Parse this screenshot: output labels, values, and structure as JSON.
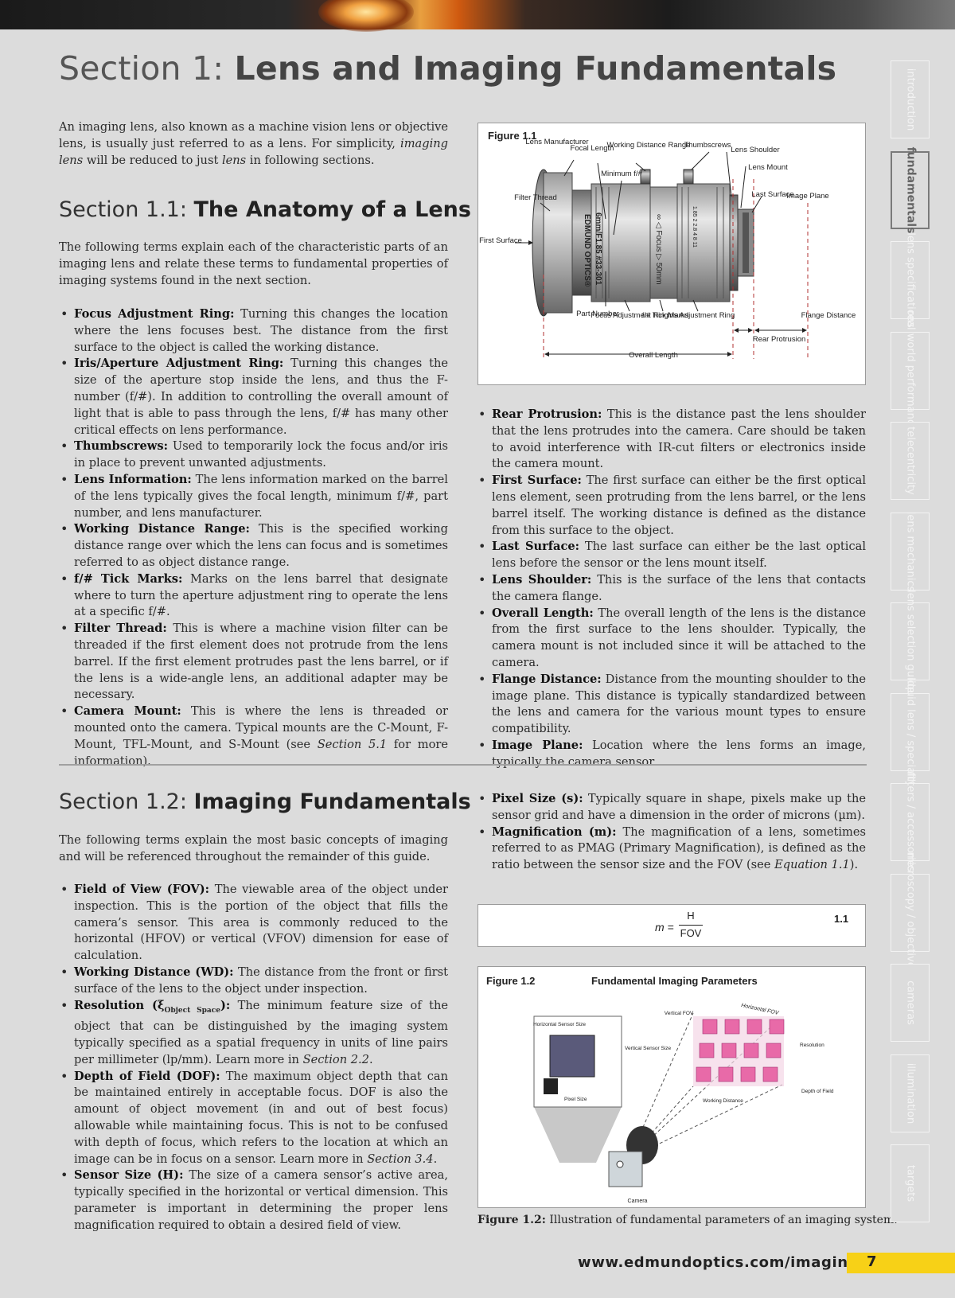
{
  "main_title": {
    "prefix": "Section 1: ",
    "bold": "Lens and Imaging Fundamentals"
  },
  "intro": {
    "t1": "An imaging lens, also known as a machine vision lens or objective lens, is usually just referred to as a lens. For simplicity, ",
    "em": "imaging lens",
    "t2": " will be reduced to just ",
    "em2": "lens",
    "t3": " in following sections."
  },
  "s11": {
    "prefix": "Section 1.1: ",
    "bold": "The Anatomy of a Lens",
    "intro": "The following terms explain each of the characteristic parts of an imaging lens and relate these terms to fundamental properties of imaging systems found in the next section.",
    "items": [
      {
        "term": "Focus Adjustment Ring:",
        "text": " Turning this changes the location where the lens focuses best. The distance from the first surface to the object is called the working distance."
      },
      {
        "term": "Iris/Aperture Adjustment Ring:",
        "text": " Turning this changes the size of the aperture stop inside the lens, and thus the F-number (f/#). In addition to controlling the overall amount of light that is able to pass through the lens, f/# has many other critical effects on lens performance."
      },
      {
        "term": "Thumbscrews:",
        "text": " Used to temporarily lock the focus and/or iris in place to prevent unwanted adjustments."
      },
      {
        "term": "Lens Information:",
        "text": " The lens information marked on the barrel of the lens typically gives the focal length, minimum f/#, part number, and lens manufacturer."
      },
      {
        "term": "Working Distance Range:",
        "text": " This is the specified working distance range over which the lens can focus and is sometimes referred to as object distance range."
      },
      {
        "term": "f/# Tick Marks:",
        "text": " Marks on the lens barrel that designate where to turn the aperture adjustment ring to operate the lens at a specific f/#."
      },
      {
        "term": "Filter Thread:",
        "text": " This is where a machine vision filter can be threaded if the first element does not protrude from the lens barrel. If the first element protrudes past the lens barrel, or if the lens is a wide-angle lens, an additional adapter may be necessary."
      },
      {
        "term": "Camera Mount:",
        "text": " This is where the lens is threaded or mounted onto the camera. Typical mounts are the C-Mount, F-Mount, TFL-Mount, and S-Mount (see ",
        "em": "Section 5.1",
        "tail": " for more information)."
      }
    ],
    "right_items": [
      {
        "term": "Rear Protrusion:",
        "text": " This is the distance past the lens shoulder that the lens protrudes into the camera. Care should be taken to avoid interference with IR-cut filters or electronics inside the camera mount."
      },
      {
        "term": "First Surface:",
        "text": " The first surface can either be the first optical lens element, seen protruding from the lens barrel, or the lens barrel itself. The working distance is defined as the distance from this surface to the object."
      },
      {
        "term": "Last Surface:",
        "text": " The last surface can either be the last optical lens before the sensor or the lens mount itself."
      },
      {
        "term": "Lens Shoulder:",
        "text": " This is the surface of the lens that contacts the camera flange."
      },
      {
        "term": "Overall Length:",
        "text": " The overall length of the lens is the distance from the first surface to the lens shoulder. Typically, the camera mount is not included since it will be attached to the camera."
      },
      {
        "term": "Flange Distance:",
        "text": " Distance from the mounting shoulder to the image plane. This distance is typically standardized between the lens and camera for the various mount types to ensure compatibility."
      },
      {
        "term": "Image Plane:",
        "text": " Location where the lens forms an image, typically the camera sensor."
      }
    ]
  },
  "fig11": {
    "label": "Figure 1.1",
    "callouts": {
      "lens_manufacturer": "Lens Manufacturer",
      "focal_length": "Focal Length",
      "working_distance_range": "Working Distance Range",
      "thumbscrews": "Thumbscrews",
      "lens_shoulder": "Lens Shoulder",
      "lens_mount": "Lens Mount",
      "minimum_f": "Minimum f/#",
      "filter_thread": "Filter Thread",
      "last_surface": "Last Surface",
      "image_plane": "Image Plane",
      "first_surface": "First Surface",
      "part_number": "Part Number",
      "focus_ring": "Focus Adjustment Ring",
      "tick_marks": "f/# Tick Marks",
      "iris_ring": "Iris Adjustment Ring",
      "flange_distance": "Flange Distance",
      "rear_protrusion": "Rear Protrusion",
      "overall_length": "Overall Length"
    },
    "barrel_text": {
      "brand": "EDMUND OPTICS®",
      "spec": "6mm/F1.85 #33-301",
      "focus": "∞ ◁ Focus ▷ 50mm",
      "fstops": "1.85 2 2.8 4 8 11"
    }
  },
  "s12": {
    "prefix": "Section 1.2: ",
    "bold": "Imaging Fundamentals",
    "intro": "The following terms explain the most basic concepts of imaging and will be referenced throughout the remainder of this guide.",
    "items": [
      {
        "term": "Field of View (FOV):",
        "text": " The viewable area of the object under inspection. This is the portion of the object that fills the camera’s sensor. This area is commonly reduced to the horizontal (HFOV) or vertical (VFOV) dimension for ease of calculation."
      },
      {
        "term": "Working Distance (WD):",
        "text": " The distance from the front or first surface of the lens to the object under inspection."
      },
      {
        "term": "Resolution (ξ",
        "sub": "Object Space",
        "term2": "):",
        "text": " The minimum feature size of the object that can be distinguished by the imaging system typically specified as a spatial frequency in units of line pairs per millimeter (lp/mm). Learn more in ",
        "em": "Section 2.2",
        "tail": "."
      },
      {
        "term": "Depth of Field (DOF):",
        "text": " The maximum object depth that can be maintained entirely in acceptable focus. DOF is also the amount of object movement (in and out of best focus) allowable while maintaining focus. This is not to be confused with depth of focus, which refers to the location at which an image can be in focus on a sensor. Learn more in ",
        "em": "Section 3.4",
        "tail": "."
      },
      {
        "term": "Sensor Size (H):",
        "text": " The size of a camera sensor’s active area, typically specified in the horizontal or vertical dimension. This parameter is important in determining the proper lens magnification required to obtain a desired field of view."
      }
    ],
    "right_items": [
      {
        "term": "Pixel Size (s):",
        "text": " Typically square in shape, pixels make up the sensor grid and have a dimension in the order of microns (µm)."
      },
      {
        "term": "Magnification (m):",
        "text": " The magnification of a lens, sometimes referred to as PMAG (Primary Magnification), is defined as the ratio between the sensor size and the FOV (see ",
        "em": "Equation 1.1",
        "tail": ")."
      }
    ]
  },
  "equation": {
    "lhs": "m =",
    "num": "H",
    "den": "FOV",
    "number": "1.1"
  },
  "fig12": {
    "label": "Figure 1.2",
    "title": "Fundamental Imaging Parameters",
    "labels": {
      "hsensor": "Horizontal Sensor Size",
      "vsensor": "Vertical Sensor Size",
      "pixel": "Pixel Size",
      "vfov": "Vertical FOV",
      "hfov": "Horizontal FOV",
      "resolution": "Resolution",
      "dof": "Depth of Field",
      "wd": "Working Distance",
      "camera": "Camera"
    },
    "caption_bold": "Figure 1.2:",
    "caption": " Illustration of fundamental parameters of an imaging system."
  },
  "footer": {
    "url": "www.edmundoptics.com/imaging",
    "page": "7"
  },
  "side_tabs": [
    "introduction",
    "fundamentals",
    "lens specifications",
    "real world performance",
    "telecentricity",
    "lens mechanics",
    "lens selection guide",
    "liquid lens / specialty",
    "filters / accessories",
    "microscopy / objectives",
    "cameras",
    "illumination",
    "targets"
  ],
  "colors": {
    "accent": "#f7d117",
    "page_bg": "#dcdcdc",
    "cube": "#e86aa8"
  }
}
